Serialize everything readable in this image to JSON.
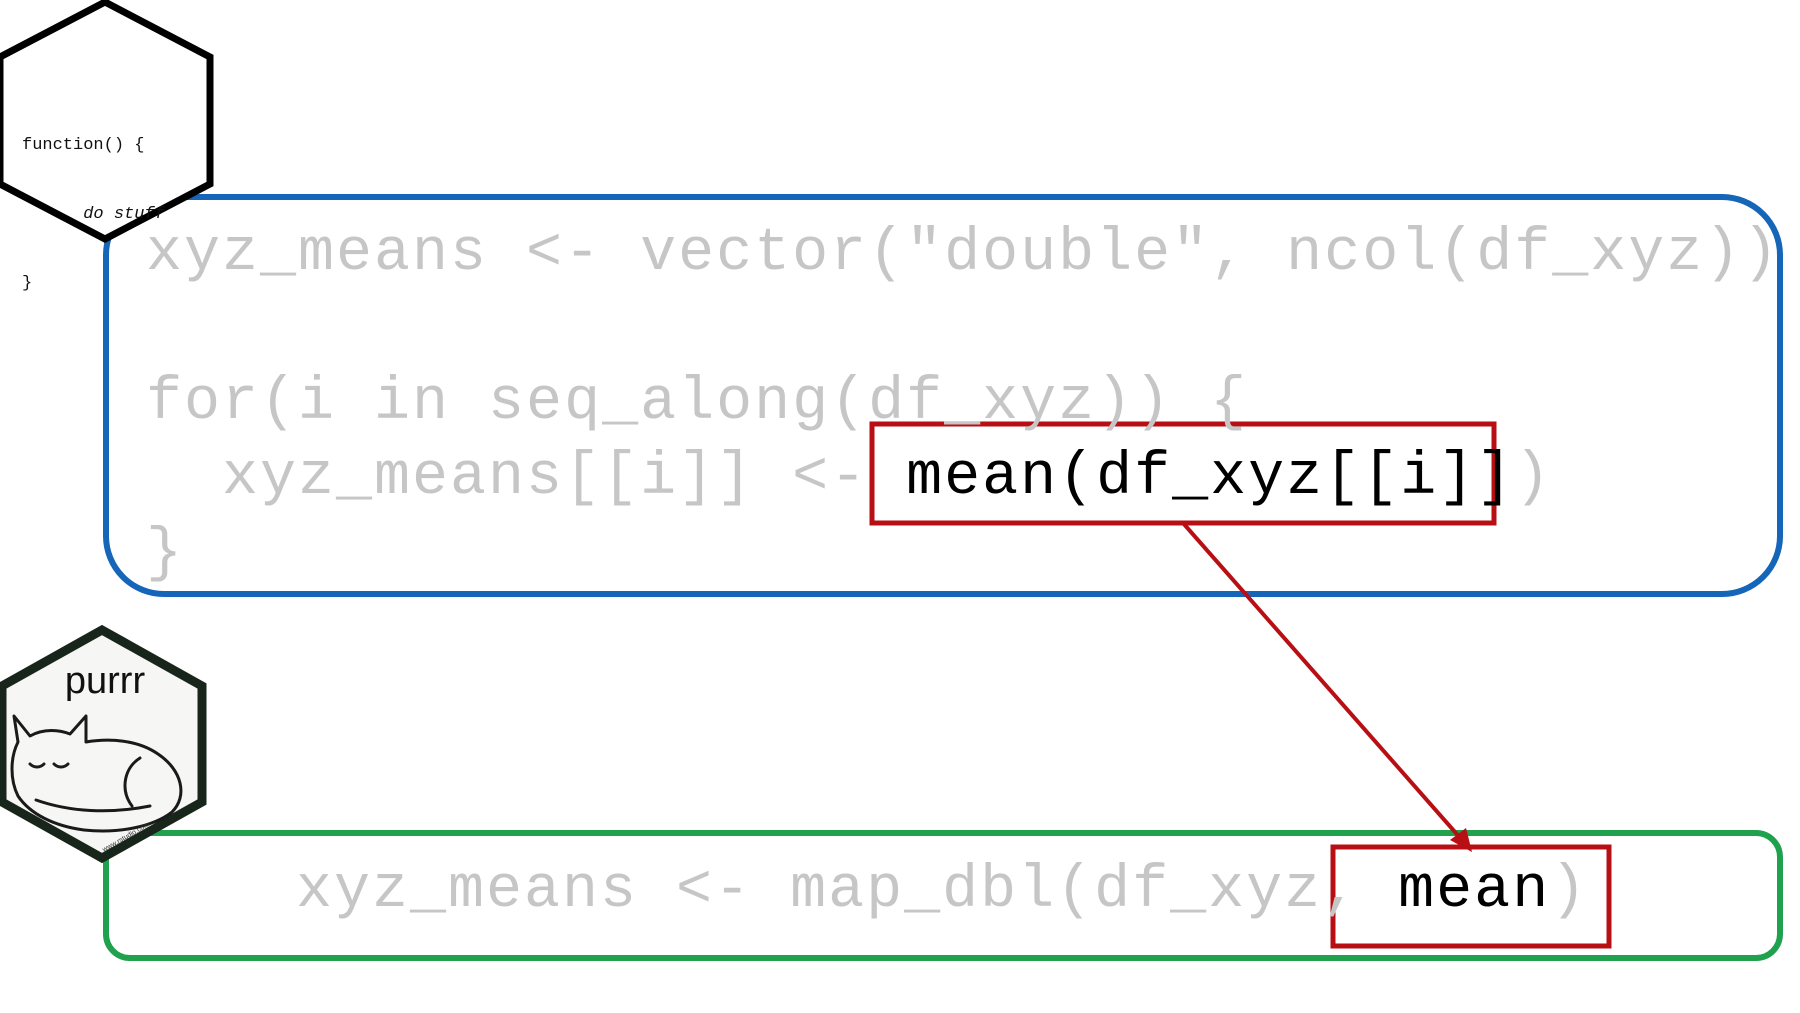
{
  "function_hex": {
    "line1": "function() {",
    "line2": "do stuff",
    "line3": "}"
  },
  "purrr_hex": {
    "label": "purrr",
    "fine_print": "www.rstudio.com"
  },
  "loop_block": {
    "line1": "xyz_means <- vector(\"double\", ncol(df_xyz))",
    "line2": "for(i in seq_along(df_xyz)) {",
    "line3_prefix": "  xyz_means[[i]] <- ",
    "line3_highlight": "mean(df_xyz[[i]]",
    "line3_suffix": ")",
    "line4": "}"
  },
  "map_block": {
    "prefix": "xyz_means <- map_dbl(df_xyz, ",
    "highlight": "mean",
    "suffix": ")"
  },
  "colors": {
    "loop_box_border": "#1565b8",
    "map_box_border": "#1fa14d",
    "highlight_box": "#b80f14",
    "arrow": "#b80f14",
    "dim_code": "#c6c6c6",
    "active_code": "#000000"
  }
}
